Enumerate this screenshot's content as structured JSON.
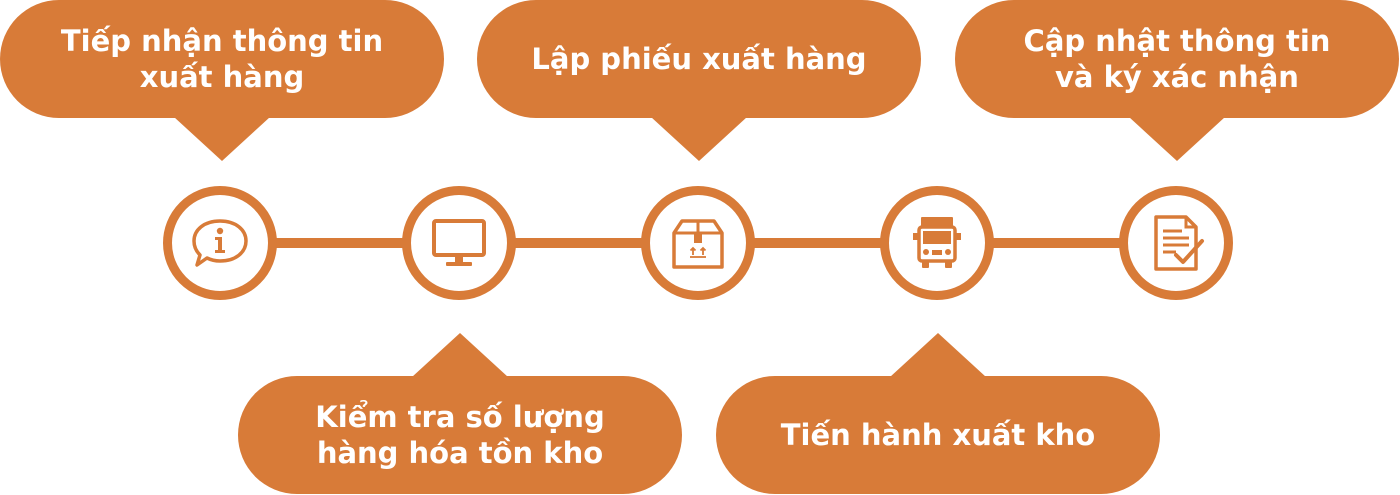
{
  "colors": {
    "accent": "#d87b38",
    "text_on_accent": "#ffffff",
    "background": "#ffffff"
  },
  "steps": [
    {
      "label": "Tiếp nhận thông tin\nxuất hàng",
      "icon": "info-speech-bubble-icon",
      "callout_position": "top"
    },
    {
      "label": "Kiểm tra số lượng\nhàng hóa tồn kho",
      "icon": "computer-monitor-icon",
      "callout_position": "bottom"
    },
    {
      "label": "Lập phiếu xuất hàng",
      "icon": "package-box-icon",
      "callout_position": "top"
    },
    {
      "label": "Tiến hành xuất kho",
      "icon": "delivery-truck-icon",
      "callout_position": "bottom"
    },
    {
      "label": "Cập nhật thông tin\nvà ký xác nhận",
      "icon": "document-checkmark-icon",
      "callout_position": "top"
    }
  ]
}
